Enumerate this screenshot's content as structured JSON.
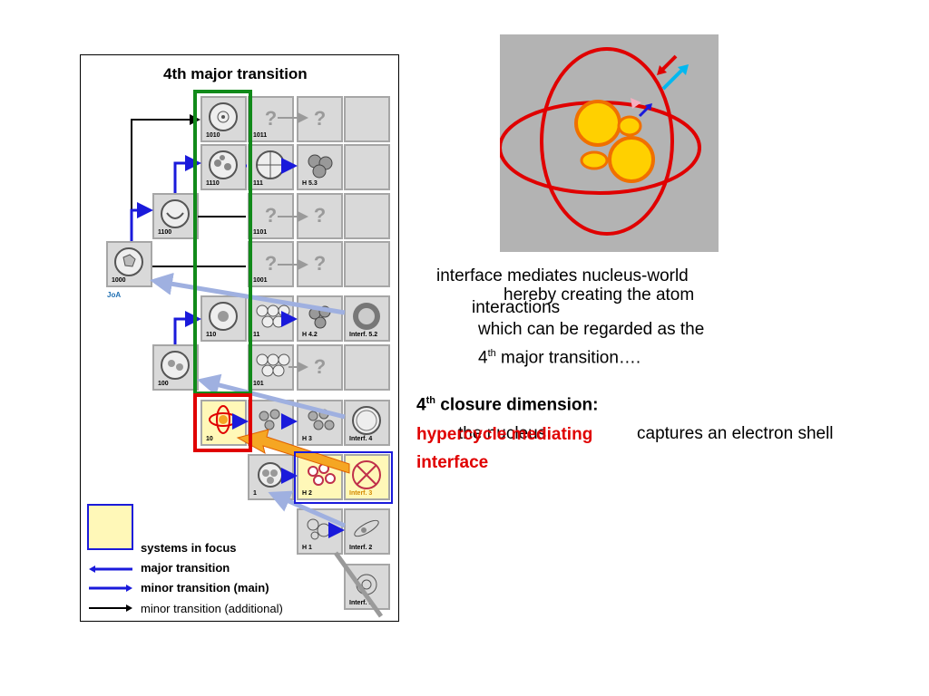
{
  "panel": {
    "title": "4th major transition",
    "cells": {
      "c1010": "1010",
      "c1011": "1011",
      "c1110": "1110",
      "c111": "111",
      "cH53": "H 5.3",
      "c1100": "1100",
      "c1101": "1101",
      "c1000": "1000",
      "c1001": "1001",
      "joa": "JoA",
      "c110": "110",
      "c11": "11",
      "cH42": "H 4.2",
      "cInterf52": "Interf. 5.2",
      "c100": "100",
      "c101": "101",
      "c10": "10",
      "cH3": "H 3",
      "cInterf4": "Interf. 4",
      "c1": "1",
      "cH2": "H 2",
      "cInterf3": "Interf. 3",
      "cH1": "H 1",
      "cInterf2": "Interf. 2",
      "cInterf1": "Interf. 1",
      "question": "?"
    },
    "legend": {
      "focus": "systems in focus",
      "major": "major transition",
      "minor_main": "minor transition (main)",
      "minor_add": "minor transition (additional)"
    }
  },
  "text": {
    "line1": "interface mediates nucleus-world",
    "line1b": "interactions",
    "line2": "hereby creating the atom",
    "line3": "which can be regarded as the",
    "line4_num": "4",
    "line4_sup": "th",
    "line4_rest": " major transition….",
    "closure_num": "4",
    "closure_sup": "th",
    "closure_rest": " closure dimension:",
    "hypercycle": "hypercycle mediating",
    "interface": "interface",
    "overlap_nucleus": "the nucleus",
    "overlap_captures": "captures an electron shell"
  },
  "colors": {
    "green": "#118a1a",
    "red": "#e00000",
    "blue": "#1a1adb",
    "orange": "#f5a623",
    "gray": "#b3b3b3",
    "yellow": "#fff8b8"
  }
}
